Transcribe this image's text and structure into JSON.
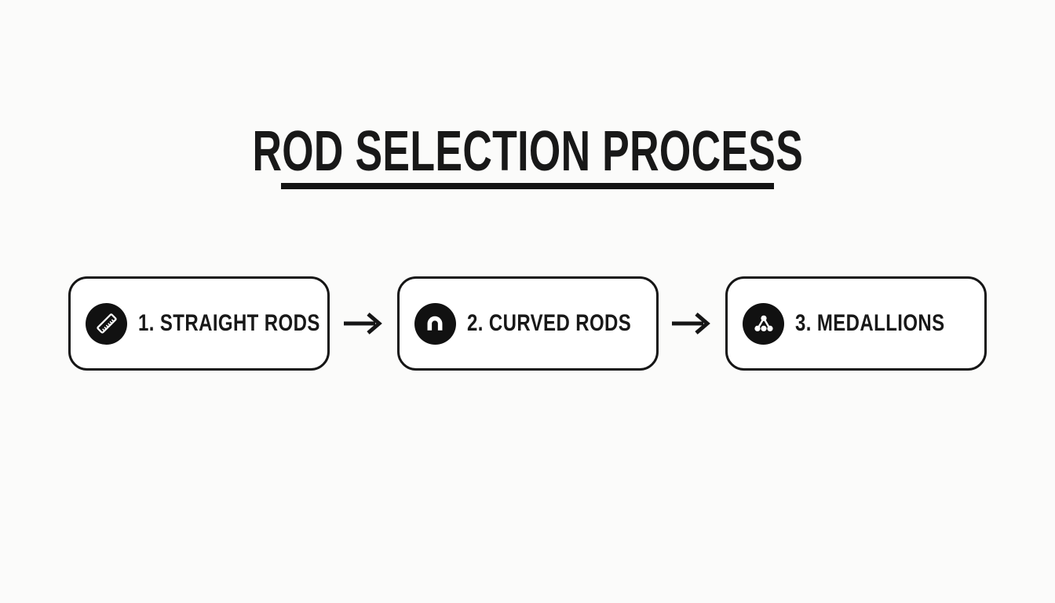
{
  "title": {
    "text": "ROD SELECTION PROCESS"
  },
  "steps": [
    {
      "label": "1. STRAIGHT RODS",
      "icon": "ruler-icon"
    },
    {
      "label": "2. CURVED RODS",
      "icon": "arch-icon"
    },
    {
      "label": "3. MEDALLIONS",
      "icon": "network-icon"
    }
  ],
  "arrow_glyph": "→",
  "colors": {
    "background": "#fbfbfa",
    "ink": "#181818",
    "box_border": "#161616",
    "icon_background": "#111111",
    "icon_foreground": "#ffffff",
    "underline": "#141414"
  }
}
